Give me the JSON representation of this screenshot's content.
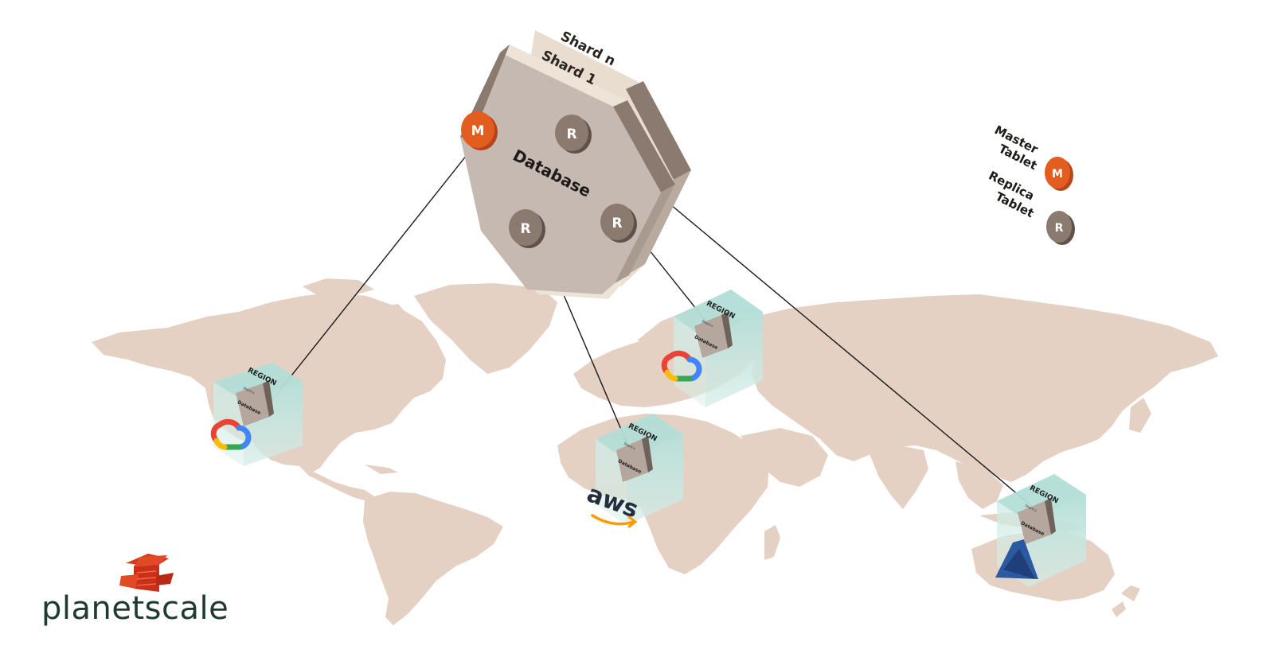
{
  "shards": {
    "front_label": "Shard 1",
    "back_label": "Shard n"
  },
  "database": {
    "label": "Database"
  },
  "tablets": {
    "master_letter": "M",
    "replica_letter": "R"
  },
  "legend": {
    "master_line1": "Master",
    "master_line2": "Tablet",
    "replica_line1": "Replica",
    "replica_line2": "Tablet"
  },
  "regions": [
    {
      "label": "REGION",
      "inner_label": "Database",
      "shard_text": "Shard n",
      "provider": "google-cloud"
    },
    {
      "label": "REGION",
      "inner_label": "Database",
      "shard_text": "Shard n",
      "provider": "google-cloud"
    },
    {
      "label": "REGION",
      "inner_label": "Database",
      "shard_text": "Shard n",
      "provider": "aws"
    },
    {
      "label": "REGION",
      "inner_label": "Database",
      "shard_text": "Shard n",
      "provider": "azure"
    }
  ],
  "providers": {
    "aws_text": "aws"
  },
  "brand": {
    "name": "planetscale"
  },
  "colors": {
    "map": "#e4d1c3",
    "database_face": "#c6b9b1",
    "database_side": "#8a7a6f",
    "shard_edge": "#e9ddd0",
    "master": "#e35d1e",
    "replica": "#8a7a6f",
    "region_box": "#bfe3de",
    "brand": "#1e3a32"
  }
}
